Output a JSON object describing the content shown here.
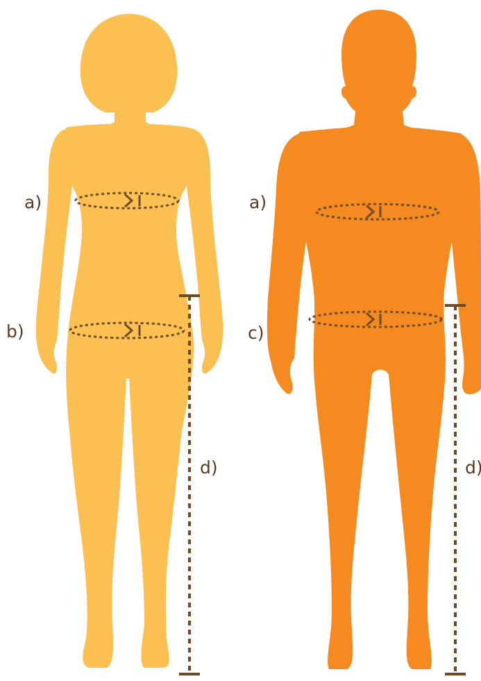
{
  "colors": {
    "female_body": "#fbbf52",
    "male_body": "#f48a20",
    "measure_line": "#6e4a25",
    "label_text": "#5b3c1f"
  },
  "female": {
    "labels": {
      "bust": "a)",
      "hip": "b)",
      "leg": "d)"
    }
  },
  "male": {
    "labels": {
      "chest": "a)",
      "waist": "c)",
      "leg": "d)"
    }
  }
}
